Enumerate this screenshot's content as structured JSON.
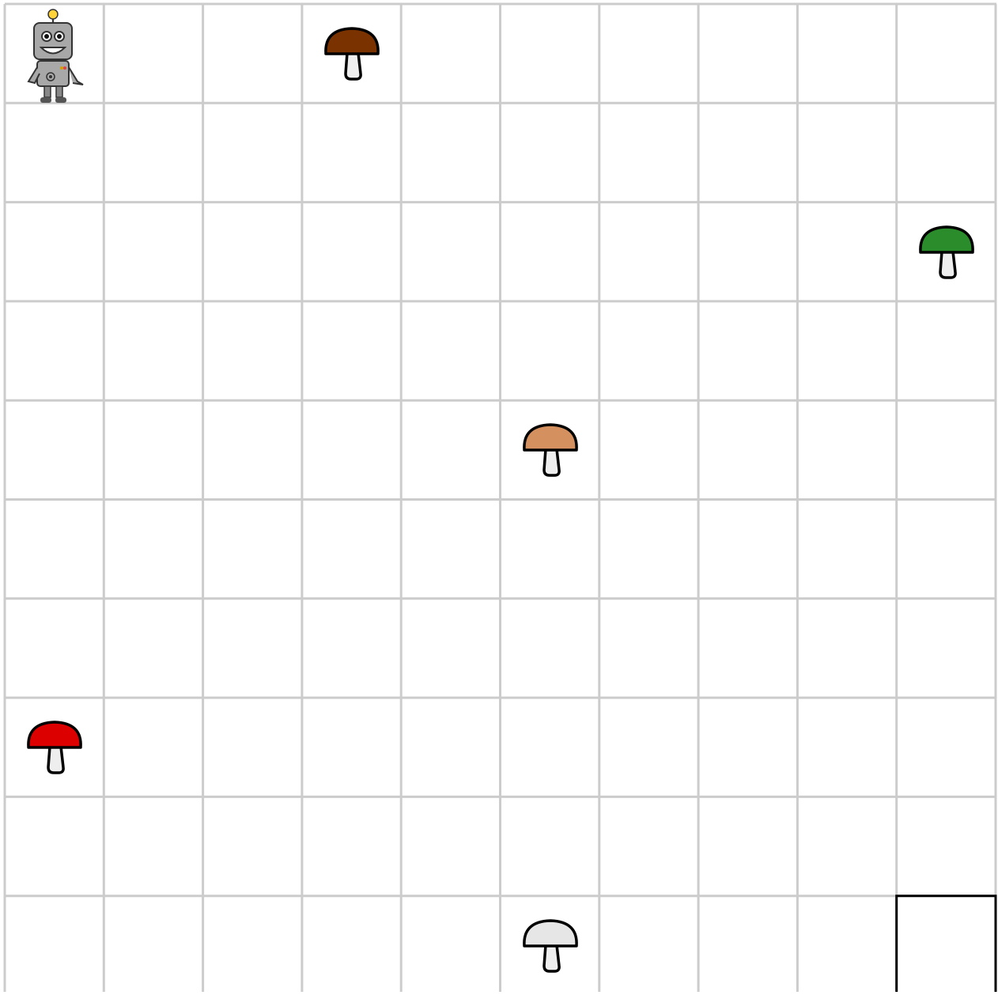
{
  "grid": {
    "rows": 10,
    "cols": 10,
    "line_color": "#cccccc",
    "background": "#ffffff"
  },
  "robot": {
    "icon": "robot-icon",
    "row": 0,
    "col": 0
  },
  "mushrooms": [
    {
      "icon": "mushroom-icon",
      "color_name": "brown",
      "cap_color": "#7a3300",
      "row": 0,
      "col": 3
    },
    {
      "icon": "mushroom-icon",
      "color_name": "green",
      "cap_color": "#2a8c2a",
      "row": 2,
      "col": 9
    },
    {
      "icon": "mushroom-icon",
      "color_name": "tan",
      "cap_color": "#d4905f",
      "row": 4,
      "col": 5
    },
    {
      "icon": "mushroom-icon",
      "color_name": "red",
      "cap_color": "#dd0000",
      "row": 7,
      "col": 0
    },
    {
      "icon": "mushroom-icon",
      "color_name": "white",
      "cap_color": "#e6e6e6",
      "row": 9,
      "col": 5
    }
  ],
  "goal": {
    "icon": "goal-cell-outline",
    "row": 9,
    "col": 9,
    "border_color": "#000000"
  }
}
